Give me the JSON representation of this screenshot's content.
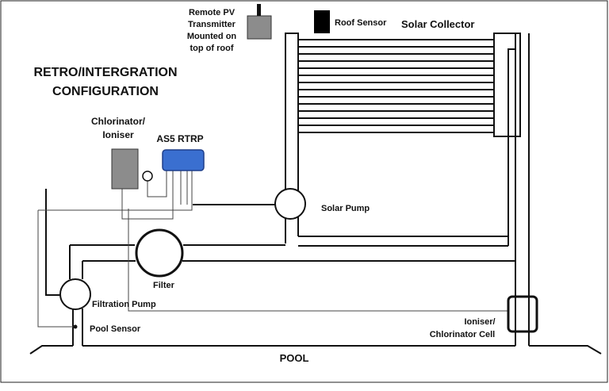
{
  "title_line1": "RETRO/INTERGRATION",
  "title_line2": "CONFIGURATION",
  "transmitter_label": [
    "Remote PV",
    "Transmitter",
    "Mounted on",
    "top of roof"
  ],
  "roof_sensor_label": "Roof Sensor",
  "solar_collector_label": "Solar Collector",
  "chlorinator_label": [
    "Chlorinator/",
    "Ioniser"
  ],
  "controller_label": "AS5 RTRP",
  "solar_pump_label": "Solar Pump",
  "filter_label": "Filter",
  "filtration_pump_label": "Filtration Pump",
  "pool_sensor_label": "Pool Sensor",
  "cell_label": [
    "Ioniser/",
    "Chlorinator Cell"
  ],
  "pool_label": "POOL",
  "colors": {
    "controller_fill": "#3a6fd0",
    "controller_stroke": "#1f3f8a",
    "device_grey": "#8c8c8c",
    "line": "#111111",
    "sensor_black": "#000000"
  }
}
